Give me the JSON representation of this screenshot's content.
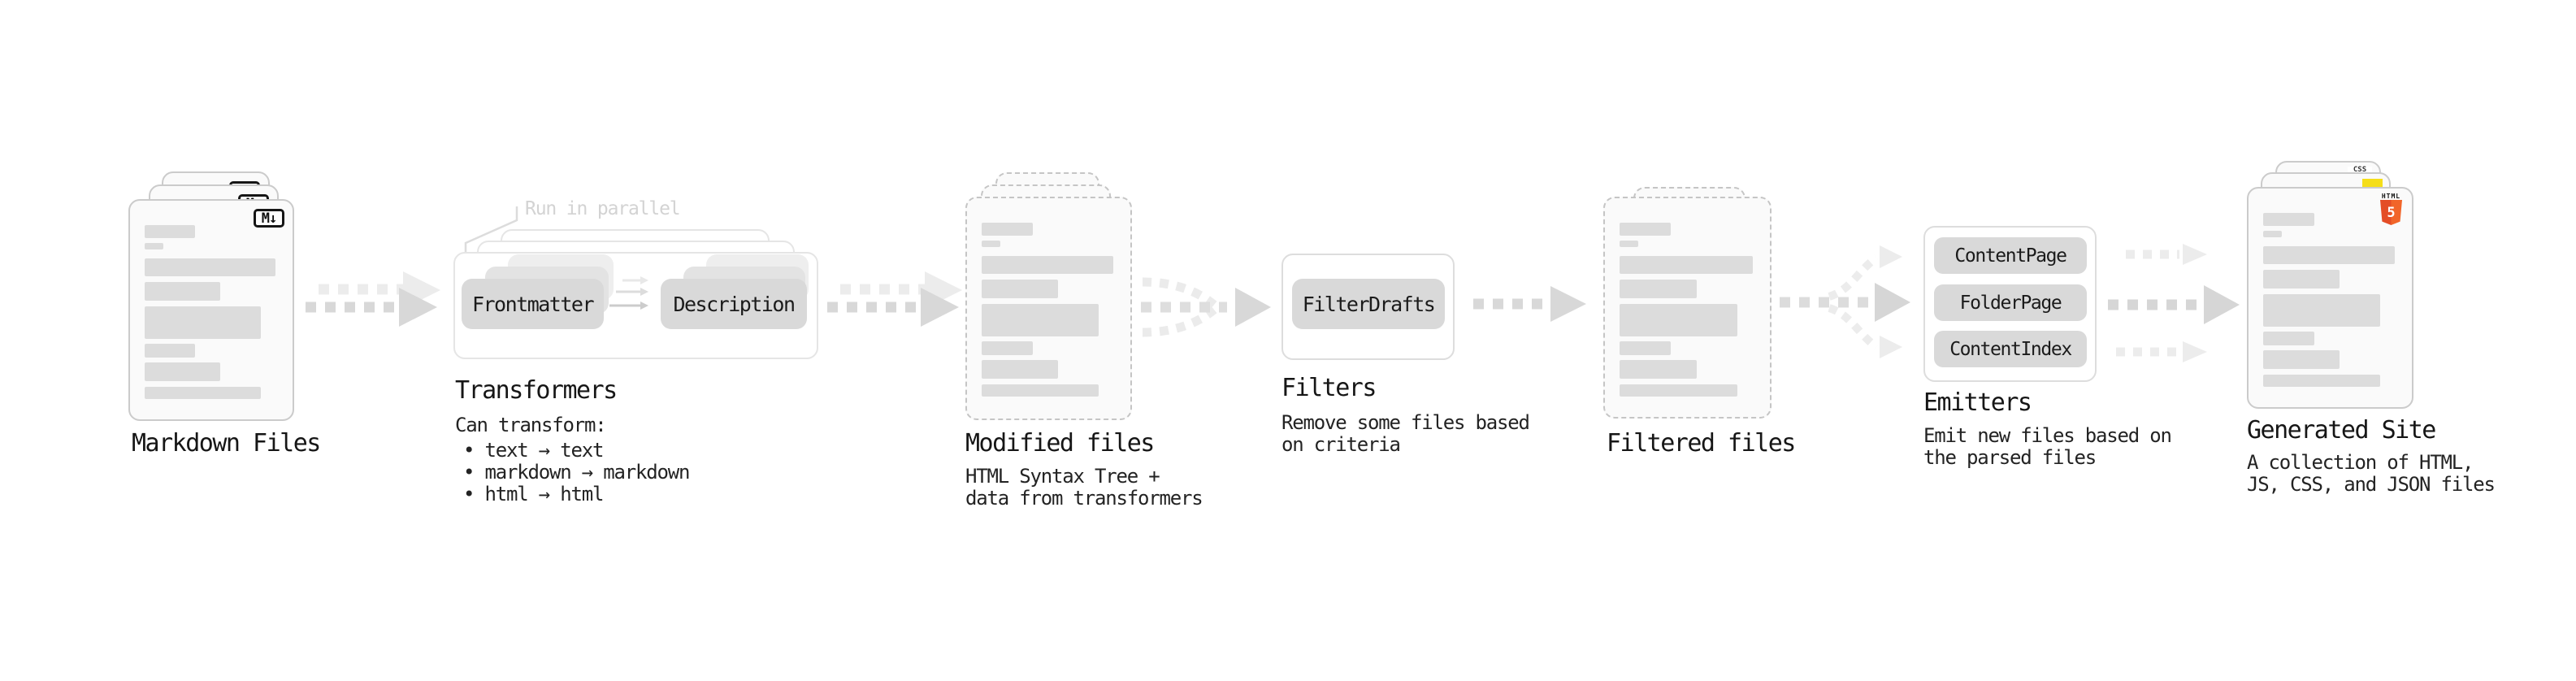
{
  "stages": {
    "markdown": {
      "label": "Markdown Files",
      "badge": "M↓"
    },
    "transformers": {
      "label": "Transformers",
      "annotation": "Run in parallel",
      "pill_front": "Frontmatter",
      "pill_back": "Description",
      "desc": [
        "Can transform:",
        "• text → text",
        "• markdown → markdown",
        "• html → html"
      ]
    },
    "modified": {
      "label": "Modified files",
      "desc": [
        "HTML Syntax Tree +",
        "data from transformers"
      ]
    },
    "filters": {
      "label": "Filters",
      "pill": "FilterDrafts",
      "desc": [
        "Remove some files based",
        "on criteria"
      ]
    },
    "filtered": {
      "label": "Filtered files"
    },
    "emitters": {
      "label": "Emitters",
      "pills": [
        "ContentPage",
        "FolderPage",
        "ContentIndex"
      ],
      "desc": [
        "Emit new files based on",
        "the parsed files"
      ]
    },
    "generated": {
      "label": "Generated Site",
      "css_badge": "CSS",
      "html_badge_label": "HTML",
      "html_badge_number": "5",
      "desc": [
        "A collection of HTML,",
        "JS, CSS, and JSON files"
      ]
    }
  },
  "colors": {
    "html5_orange": "#e44d26",
    "js_yellow": "#f5de19",
    "css_blue": "#2965f1",
    "pill_gray": "#d9d9d9",
    "bar_gray": "#dcdcdc",
    "arrow_gray": "#d8d8d8",
    "arrow_light_gray": "#ececec"
  }
}
